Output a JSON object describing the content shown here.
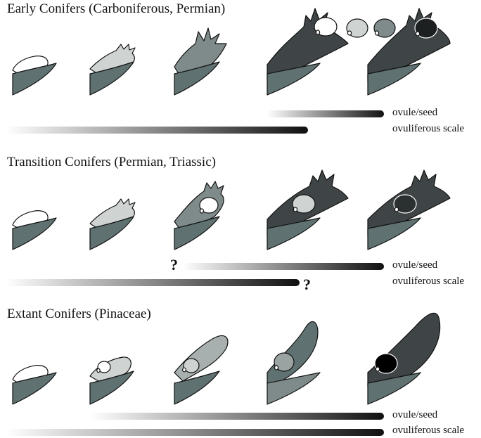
{
  "rows": [
    {
      "title": "Early Conifers (Carboniferous, Permian)",
      "seed_label": "ovule/seed",
      "scale_label": "ovuliferous scale"
    },
    {
      "title": "Transition Conifers (Permian, Triassic)",
      "seed_label": "ovule/seed",
      "scale_label": "ovuliferous scale",
      "question_mark": "?"
    },
    {
      "title": "Extant Conifers (Pinaceae)",
      "seed_label": "ovule/seed",
      "scale_label": "ovuliferous scale"
    }
  ],
  "colors": {
    "bract": "#607171",
    "dark_scale": "#3f4546",
    "mid_scale": "#7f8b8a",
    "light_scale": "#cfd4d2",
    "outline": "#111111"
  }
}
